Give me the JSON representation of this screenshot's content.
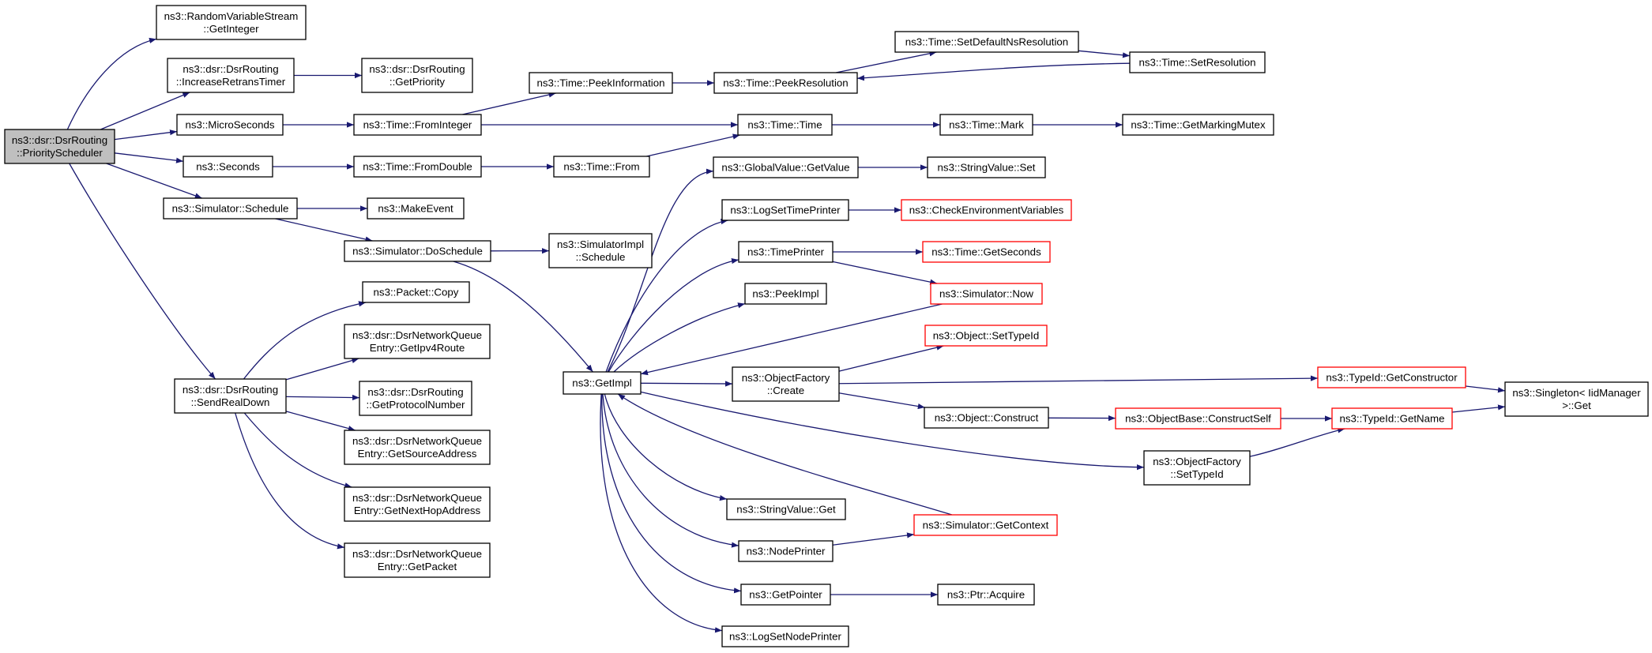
{
  "graph": {
    "edge_color": "#191970",
    "node_border_color": "#000000",
    "truncated_node_border_color": "#ff0000",
    "root_fill_color": "#bfbfbf",
    "nodes": [
      {
        "id": "root",
        "lines": [
          "ns3::dsr::DsrRouting",
          "::PriorityScheduler"
        ],
        "style": "root"
      },
      {
        "id": "rvs_getinteger",
        "lines": [
          "ns3::RandomVariableStream",
          "::GetInteger"
        ],
        "style": "normal"
      },
      {
        "id": "inc_retrans",
        "lines": [
          "ns3::dsr::DsrRouting",
          "::IncreaseRetransTimer"
        ],
        "style": "normal"
      },
      {
        "id": "get_priority",
        "lines": [
          "ns3::dsr::DsrRouting",
          "::GetPriority"
        ],
        "style": "normal"
      },
      {
        "id": "microseconds",
        "lines": [
          "ns3::MicroSeconds"
        ],
        "style": "normal"
      },
      {
        "id": "seconds",
        "lines": [
          "ns3::Seconds"
        ],
        "style": "normal"
      },
      {
        "id": "sim_schedule",
        "lines": [
          "ns3::Simulator::Schedule"
        ],
        "style": "normal"
      },
      {
        "id": "makeevent",
        "lines": [
          "ns3::MakeEvent"
        ],
        "style": "normal"
      },
      {
        "id": "do_schedule",
        "lines": [
          "ns3::Simulator::DoSchedule"
        ],
        "style": "normal"
      },
      {
        "id": "simimpl_schedule",
        "lines": [
          "ns3::SimulatorImpl",
          "::Schedule"
        ],
        "style": "normal"
      },
      {
        "id": "send_real_down",
        "lines": [
          "ns3::dsr::DsrRouting",
          "::SendRealDown"
        ],
        "style": "normal"
      },
      {
        "id": "packet_copy",
        "lines": [
          "ns3::Packet::Copy"
        ],
        "style": "normal"
      },
      {
        "id": "nq_ipv4route",
        "lines": [
          "ns3::dsr::DsrNetworkQueue",
          "Entry::GetIpv4Route"
        ],
        "style": "normal"
      },
      {
        "id": "get_protocol_number",
        "lines": [
          "ns3::dsr::DsrRouting",
          "::GetProtocolNumber"
        ],
        "style": "normal"
      },
      {
        "id": "nq_source",
        "lines": [
          "ns3::dsr::DsrNetworkQueue",
          "Entry::GetSourceAddress"
        ],
        "style": "normal"
      },
      {
        "id": "nq_nexthop",
        "lines": [
          "ns3::dsr::DsrNetworkQueue",
          "Entry::GetNextHopAddress"
        ],
        "style": "normal"
      },
      {
        "id": "nq_packet",
        "lines": [
          "ns3::dsr::DsrNetworkQueue",
          "Entry::GetPacket"
        ],
        "style": "normal"
      },
      {
        "id": "from_integer",
        "lines": [
          "ns3::Time::FromInteger"
        ],
        "style": "normal"
      },
      {
        "id": "from_double",
        "lines": [
          "ns3::Time::FromDouble"
        ],
        "style": "normal"
      },
      {
        "id": "peek_information",
        "lines": [
          "ns3::Time::PeekInformation"
        ],
        "style": "normal"
      },
      {
        "id": "peek_resolution",
        "lines": [
          "ns3::Time::PeekResolution"
        ],
        "style": "normal"
      },
      {
        "id": "set_default_ns",
        "lines": [
          "ns3::Time::SetDefaultNsResolution"
        ],
        "style": "normal"
      },
      {
        "id": "set_resolution",
        "lines": [
          "ns3::Time::SetResolution"
        ],
        "style": "normal"
      },
      {
        "id": "time_time",
        "lines": [
          "ns3::Time::Time"
        ],
        "style": "normal"
      },
      {
        "id": "time_mark",
        "lines": [
          "ns3::Time::Mark"
        ],
        "style": "normal"
      },
      {
        "id": "get_marking_mutex",
        "lines": [
          "ns3::Time::GetMarkingMutex"
        ],
        "style": "normal"
      },
      {
        "id": "time_from",
        "lines": [
          "ns3::Time::From"
        ],
        "style": "normal"
      },
      {
        "id": "getimpl",
        "lines": [
          "ns3::GetImpl"
        ],
        "style": "normal"
      },
      {
        "id": "gv_getvalue",
        "lines": [
          "ns3::GlobalValue::GetValue"
        ],
        "style": "normal"
      },
      {
        "id": "stringvalue_set",
        "lines": [
          "ns3::StringValue::Set"
        ],
        "style": "normal"
      },
      {
        "id": "log_set_time_printer",
        "lines": [
          "ns3::LogSetTimePrinter"
        ],
        "style": "normal"
      },
      {
        "id": "check_env",
        "lines": [
          "ns3::CheckEnvironmentVariables"
        ],
        "style": "truncated"
      },
      {
        "id": "time_printer",
        "lines": [
          "ns3::TimePrinter"
        ],
        "style": "normal"
      },
      {
        "id": "get_seconds",
        "lines": [
          "ns3::Time::GetSeconds"
        ],
        "style": "truncated"
      },
      {
        "id": "sim_now",
        "lines": [
          "ns3::Simulator::Now"
        ],
        "style": "truncated"
      },
      {
        "id": "peek_impl",
        "lines": [
          "ns3::PeekImpl"
        ],
        "style": "normal"
      },
      {
        "id": "object_settypeid",
        "lines": [
          "ns3::Object::SetTypeId"
        ],
        "style": "truncated"
      },
      {
        "id": "of_create",
        "lines": [
          "ns3::ObjectFactory",
          "::Create"
        ],
        "style": "normal"
      },
      {
        "id": "typeid_getconstructor",
        "lines": [
          "ns3::TypeId::GetConstructor"
        ],
        "style": "truncated"
      },
      {
        "id": "singleton_get",
        "lines": [
          "ns3::Singleton< IidManager",
          ">::Get"
        ],
        "style": "normal"
      },
      {
        "id": "object_construct",
        "lines": [
          "ns3::Object::Construct"
        ],
        "style": "normal"
      },
      {
        "id": "objbase_constructself",
        "lines": [
          "ns3::ObjectBase::ConstructSelf"
        ],
        "style": "truncated"
      },
      {
        "id": "typeid_getname",
        "lines": [
          "ns3::TypeId::GetName"
        ],
        "style": "truncated"
      },
      {
        "id": "of_settypeid",
        "lines": [
          "ns3::ObjectFactory",
          "::SetTypeId"
        ],
        "style": "normal"
      },
      {
        "id": "stringvalue_get",
        "lines": [
          "ns3::StringValue::Get"
        ],
        "style": "normal"
      },
      {
        "id": "sim_getcontext",
        "lines": [
          "ns3::Simulator::GetContext"
        ],
        "style": "truncated"
      },
      {
        "id": "node_printer",
        "lines": [
          "ns3::NodePrinter"
        ],
        "style": "normal"
      },
      {
        "id": "get_pointer",
        "lines": [
          "ns3::GetPointer"
        ],
        "style": "normal"
      },
      {
        "id": "ptr_acquire",
        "lines": [
          "ns3::Ptr::Acquire"
        ],
        "style": "normal"
      },
      {
        "id": "log_set_node_printer",
        "lines": [
          "ns3::LogSetNodePrinter"
        ],
        "style": "normal"
      }
    ],
    "edges": [
      [
        "root",
        "rvs_getinteger"
      ],
      [
        "root",
        "inc_retrans"
      ],
      [
        "root",
        "microseconds"
      ],
      [
        "root",
        "seconds"
      ],
      [
        "root",
        "sim_schedule"
      ],
      [
        "root",
        "send_real_down"
      ],
      [
        "inc_retrans",
        "get_priority"
      ],
      [
        "microseconds",
        "from_integer"
      ],
      [
        "seconds",
        "from_double"
      ],
      [
        "sim_schedule",
        "makeevent"
      ],
      [
        "sim_schedule",
        "do_schedule"
      ],
      [
        "do_schedule",
        "simimpl_schedule"
      ],
      [
        "do_schedule",
        "getimpl"
      ],
      [
        "send_real_down",
        "packet_copy"
      ],
      [
        "send_real_down",
        "nq_ipv4route"
      ],
      [
        "send_real_down",
        "get_protocol_number"
      ],
      [
        "send_real_down",
        "nq_source"
      ],
      [
        "send_real_down",
        "nq_nexthop"
      ],
      [
        "send_real_down",
        "nq_packet"
      ],
      [
        "from_integer",
        "peek_information"
      ],
      [
        "from_integer",
        "time_time"
      ],
      [
        "from_double",
        "time_from"
      ],
      [
        "time_from",
        "time_time"
      ],
      [
        "peek_information",
        "peek_resolution"
      ],
      [
        "peek_resolution",
        "set_default_ns"
      ],
      [
        "set_default_ns",
        "set_resolution"
      ],
      [
        "set_resolution",
        "peek_resolution"
      ],
      [
        "time_time",
        "time_mark"
      ],
      [
        "time_mark",
        "get_marking_mutex"
      ],
      [
        "getimpl",
        "gv_getvalue"
      ],
      [
        "getimpl",
        "log_set_time_printer"
      ],
      [
        "getimpl",
        "time_printer"
      ],
      [
        "getimpl",
        "peek_impl"
      ],
      [
        "getimpl",
        "of_create"
      ],
      [
        "getimpl",
        "of_settypeid"
      ],
      [
        "getimpl",
        "stringvalue_get"
      ],
      [
        "getimpl",
        "node_printer"
      ],
      [
        "getimpl",
        "get_pointer"
      ],
      [
        "getimpl",
        "log_set_node_printer"
      ],
      [
        "gv_getvalue",
        "stringvalue_set"
      ],
      [
        "log_set_time_printer",
        "check_env"
      ],
      [
        "time_printer",
        "get_seconds"
      ],
      [
        "time_printer",
        "sim_now"
      ],
      [
        "sim_now",
        "getimpl"
      ],
      [
        "sim_getcontext",
        "getimpl"
      ],
      [
        "of_create",
        "object_settypeid"
      ],
      [
        "of_create",
        "typeid_getconstructor"
      ],
      [
        "of_create",
        "object_construct"
      ],
      [
        "object_construct",
        "objbase_constructself"
      ],
      [
        "objbase_constructself",
        "typeid_getname"
      ],
      [
        "typeid_getconstructor",
        "singleton_get"
      ],
      [
        "typeid_getname",
        "singleton_get"
      ],
      [
        "of_settypeid",
        "typeid_getname"
      ],
      [
        "node_printer",
        "sim_getcontext"
      ],
      [
        "get_pointer",
        "ptr_acquire"
      ]
    ]
  }
}
